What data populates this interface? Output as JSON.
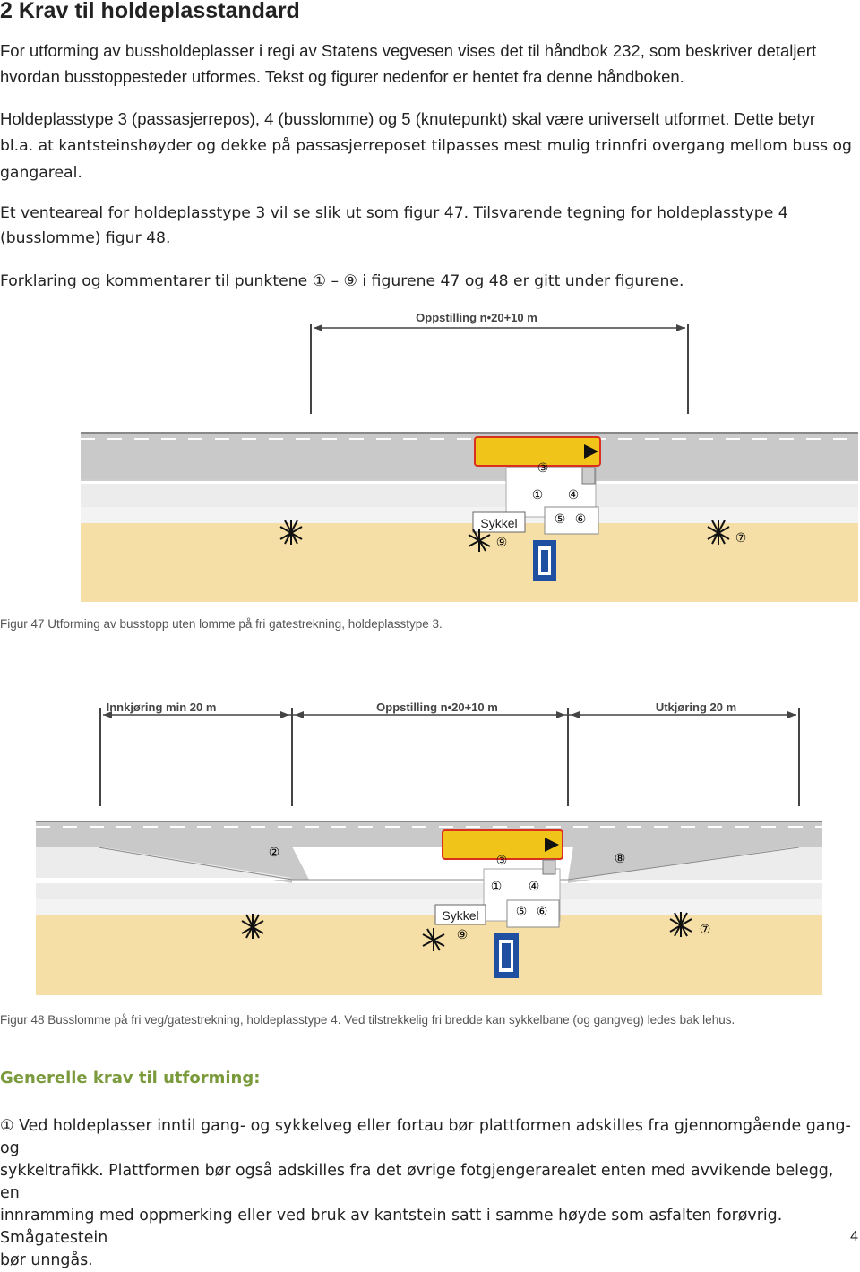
{
  "heading": "2 Krav til holdeplasstandard",
  "paragraphs": {
    "p1_line1": "For utforming av bussholdeplasser i regi av Statens vegvesen vises det til håndbok 232, som beskriver detaljert",
    "p1_line2": "hvordan busstoppesteder utformes.  Tekst og figurer nedenfor er hentet fra denne håndboken.",
    "p2_line1": "Holdeplasstype 3 (passasjerrepos), 4 (busslomme) og 5 (knutepunkt) skal være universelt utformet. Dette betyr",
    "p2_line2": "bl.a. at kantsteinshøyder og dekke på passasjerreposet tilpasses mest mulig trinnfri overgang mellom buss og",
    "p2_line3": "gangareal.",
    "p3_line1": "Et venteareal for holdeplasstype 3 vil se slik ut som figur 47. Tilsvarende tegning for holdeplasstype 4",
    "p3_line2": "(busslomme) figur 48.",
    "p4": "Forklaring og kommentarer til punktene ① – ⑨ i figurene 47 og 48 er gitt under figurene."
  },
  "figure47": {
    "dimension_label": "Oppstilling n•20+10 m",
    "bike_sign": "Sykkel",
    "markers": [
      "①",
      "③",
      "④",
      "⑤",
      "⑥",
      "⑦",
      "⑨"
    ],
    "caption": "Figur 47 Utforming av busstopp uten lomme på fri gatestrekning, holdeplasstype 3."
  },
  "figure48": {
    "dim_in": "Innkjøring min 20 m",
    "dim_mid": "Oppstilling n•20+10 m",
    "dim_out": "Utkjøring 20 m",
    "bike_sign": "Sykkel",
    "markers": [
      "①",
      "②",
      "③",
      "④",
      "⑤",
      "⑥",
      "⑦",
      "⑧",
      "⑨"
    ],
    "caption": "Figur 48 Busslomme på fri veg/gatestrekning, holdeplasstype 4.  Ved tilstrekkelig fri bredde kan sykkelbane (og gangveg) ledes bak lehus."
  },
  "section_heading": "Generelle krav til utforming:",
  "requirement1": {
    "line1": "① Ved holdeplasser inntil gang- og sykkelveg eller fortau bør plattformen adskilles fra gjennomgående gang- og",
    "line2": "sykkeltrafikk. Plattformen bør også adskilles fra det øvrige fotgjengerarealet enten med avvikende belegg, en",
    "line3": "innramming med oppmerking eller ved bruk av kantstein satt i samme høyde som asfalten forøvrig. Smågatestein",
    "line4": "bør unngås."
  },
  "page_number": "4",
  "colors": {
    "road": "#c8c8c8",
    "ground": "#f6dfa6",
    "bus": "#f0c419",
    "accent_heading": "#7a9a3c",
    "sign_blue": "#1f4fa0"
  }
}
